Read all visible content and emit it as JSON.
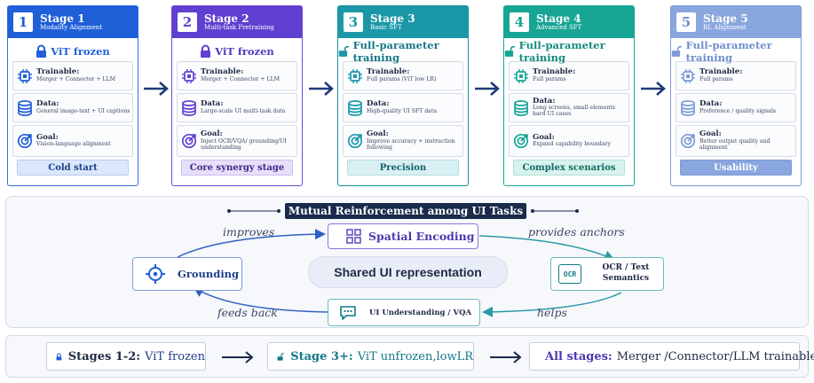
{
  "stages": [
    {
      "num": "1",
      "title": "Stage 1",
      "subtitle": "Modality Alignment",
      "vit": "ViT frozen",
      "trainable_label": "Trainable:",
      "trainable": "Merger + Connector + LLM",
      "data_label": "Data:",
      "data": "General image-text + UI captions",
      "goal_label": "Goal:",
      "goal": "Vision-language alignment",
      "footer": "Cold start",
      "color": "#1f5fd8"
    },
    {
      "num": "2",
      "title": "Stage 2",
      "subtitle": "Multi-task Pretraining",
      "vit": "ViT frozen",
      "trainable_label": "Trainable:",
      "trainable": "Merger + Connector + LLM",
      "data_label": "Data:",
      "data": "Large-scale UI multi-task data",
      "goal_label": "Goal:",
      "goal": "Inject OCR/VQA/ grounding/UI understanding",
      "footer": "Core synergy stage",
      "color": "#6040d0"
    },
    {
      "num": "3",
      "title": "Stage 3",
      "subtitle": "Basic SFT",
      "vit": "Full-parameter training",
      "trainable_label": "Trainable:",
      "trainable": "Full params (ViT low LR)",
      "data_label": "Data:",
      "data": "High-quality UI SFT data",
      "goal_label": "Goal:",
      "goal": "Improve accuracy + instruction following",
      "footer": "Precision",
      "color": "#1a98a8"
    },
    {
      "num": "4",
      "title": "Stage 4",
      "subtitle": "Advanced SFT",
      "vit": "Full-parameter training",
      "trainable_label": "Trainable:",
      "trainable": "Full params",
      "data_label": "Data:",
      "data": "Long screens, small elements hard UI cases",
      "goal_label": "Goal:",
      "goal": "Expand capability boundary",
      "footer": "Complex scenarios",
      "color": "#17a594"
    },
    {
      "num": "5",
      "title": "Stage 5",
      "subtitle": "RL Alignment",
      "vit": "Full-parameter training",
      "trainable_label": "Trainable:",
      "trainable": "Full params",
      "data_label": "Data:",
      "data": "Preference / quality signals",
      "goal_label": "Goal:",
      "goal": "Better output quality and alignment",
      "footer": "Usability",
      "color": "#7d9bd6"
    }
  ],
  "synergy": {
    "title": "Mutual Reinforcement among UI Tasks",
    "center": "Shared UI representation",
    "nodes": {
      "spatial": "Spatial Encoding",
      "grounding": "Grounding",
      "ocr": "OCR / Text Semantics",
      "ocr_icon_text": "OCR",
      "vqa": "UI Understanding / VQA"
    },
    "edges": {
      "improves": "improves",
      "provides_anchors": "provides anchors",
      "feeds_back": "feeds back",
      "helps": "helps"
    }
  },
  "summary": [
    {
      "key": "Stages 1-2:",
      "value": "ViT frozen"
    },
    {
      "key": "Stage 3+:",
      "value": "ViT unfrozen,lowLR"
    },
    {
      "key": "All stages:",
      "value": "Merger /Connector/LLM trainable"
    }
  ],
  "icons": [
    "lock-icon",
    "unlock-icon",
    "chip-icon",
    "database-icon",
    "target-icon",
    "crosshair-icon",
    "grid-icon",
    "ocr-icon",
    "chat-icon",
    "sliders-icon"
  ]
}
